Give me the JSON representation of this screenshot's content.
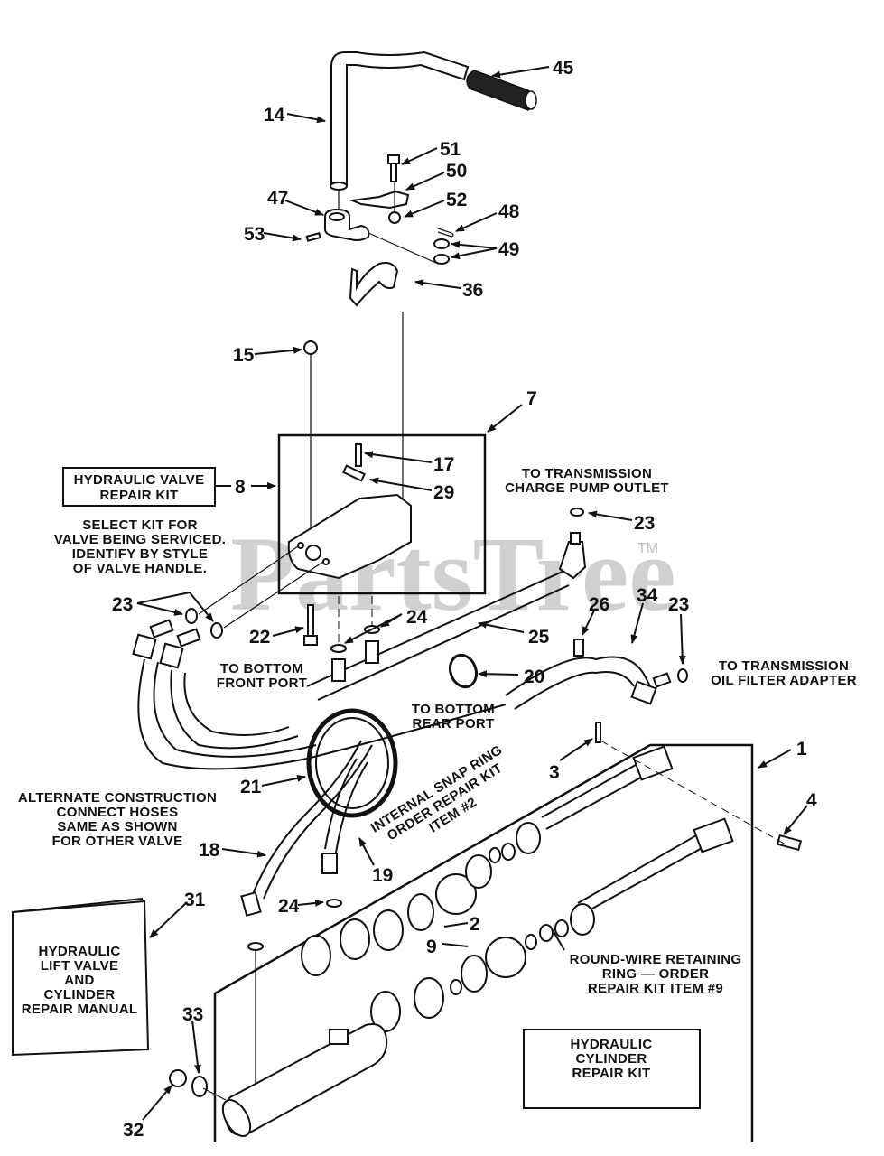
{
  "watermark": {
    "text": "PartsTree",
    "trademark": "TM"
  },
  "callouts": [
    {
      "id": "c45",
      "label": "45"
    },
    {
      "id": "c14",
      "label": "14"
    },
    {
      "id": "c51",
      "label": "51"
    },
    {
      "id": "c50",
      "label": "50"
    },
    {
      "id": "c47",
      "label": "47"
    },
    {
      "id": "c52",
      "label": "52"
    },
    {
      "id": "c48",
      "label": "48"
    },
    {
      "id": "c53",
      "label": "53"
    },
    {
      "id": "c49",
      "label": "49"
    },
    {
      "id": "c36",
      "label": "36"
    },
    {
      "id": "c15",
      "label": "15"
    },
    {
      "id": "c7",
      "label": "7"
    },
    {
      "id": "c17",
      "label": "17"
    },
    {
      "id": "c8",
      "label": "8"
    },
    {
      "id": "c29",
      "label": "29"
    },
    {
      "id": "c23a",
      "label": "23"
    },
    {
      "id": "c23b",
      "label": "23"
    },
    {
      "id": "c26",
      "label": "26"
    },
    {
      "id": "c34",
      "label": "34"
    },
    {
      "id": "c23c",
      "label": "23"
    },
    {
      "id": "c22",
      "label": "22"
    },
    {
      "id": "c24a",
      "label": "24"
    },
    {
      "id": "c25",
      "label": "25"
    },
    {
      "id": "c20",
      "label": "20"
    },
    {
      "id": "c1",
      "label": "1"
    },
    {
      "id": "c3",
      "label": "3"
    },
    {
      "id": "c21",
      "label": "21"
    },
    {
      "id": "c4",
      "label": "4"
    },
    {
      "id": "c18",
      "label": "18"
    },
    {
      "id": "c19",
      "label": "19"
    },
    {
      "id": "c31",
      "label": "31"
    },
    {
      "id": "c24b",
      "label": "24"
    },
    {
      "id": "c2",
      "label": "2"
    },
    {
      "id": "c9",
      "label": "9"
    },
    {
      "id": "c33",
      "label": "33"
    },
    {
      "id": "c32",
      "label": "32"
    }
  ],
  "boxes": {
    "valve_kit": [
      "HYDRAULIC VALVE",
      "REPAIR KIT"
    ],
    "cylinder_kit": [
      "HYDRAULIC",
      "CYLINDER",
      "REPAIR KIT"
    ],
    "manual": [
      "HYDRAULIC",
      "LIFT VALVE",
      "AND",
      "CYLINDER",
      "REPAIR MANUAL"
    ]
  },
  "notes": {
    "select_kit": [
      "SELECT KIT FOR",
      "VALVE BEING SERVICED.",
      "IDENTIFY BY STYLE",
      "OF VALVE HANDLE."
    ],
    "charge_pump": [
      "TO TRANSMISSION",
      "CHARGE PUMP OUTLET"
    ],
    "oil_filter": [
      "TO TRANSMISSION",
      "OIL FILTER ADAPTER"
    ],
    "front_port": [
      "TO BOTTOM",
      "FRONT PORT"
    ],
    "rear_port": [
      "TO BOTTOM",
      "REAR PORT"
    ],
    "alternate": [
      "ALTERNATE CONSTRUCTION",
      "CONNECT HOSES",
      "SAME AS SHOWN",
      "FOR OTHER VALVE"
    ],
    "snap_ring": [
      "INTERNAL SNAP RING",
      "ORDER REPAIR KIT",
      "ITEM #2"
    ],
    "round_wire": [
      "ROUND-WIRE RETAINING",
      "RING — ORDER",
      "REPAIR KIT ITEM #9"
    ]
  }
}
